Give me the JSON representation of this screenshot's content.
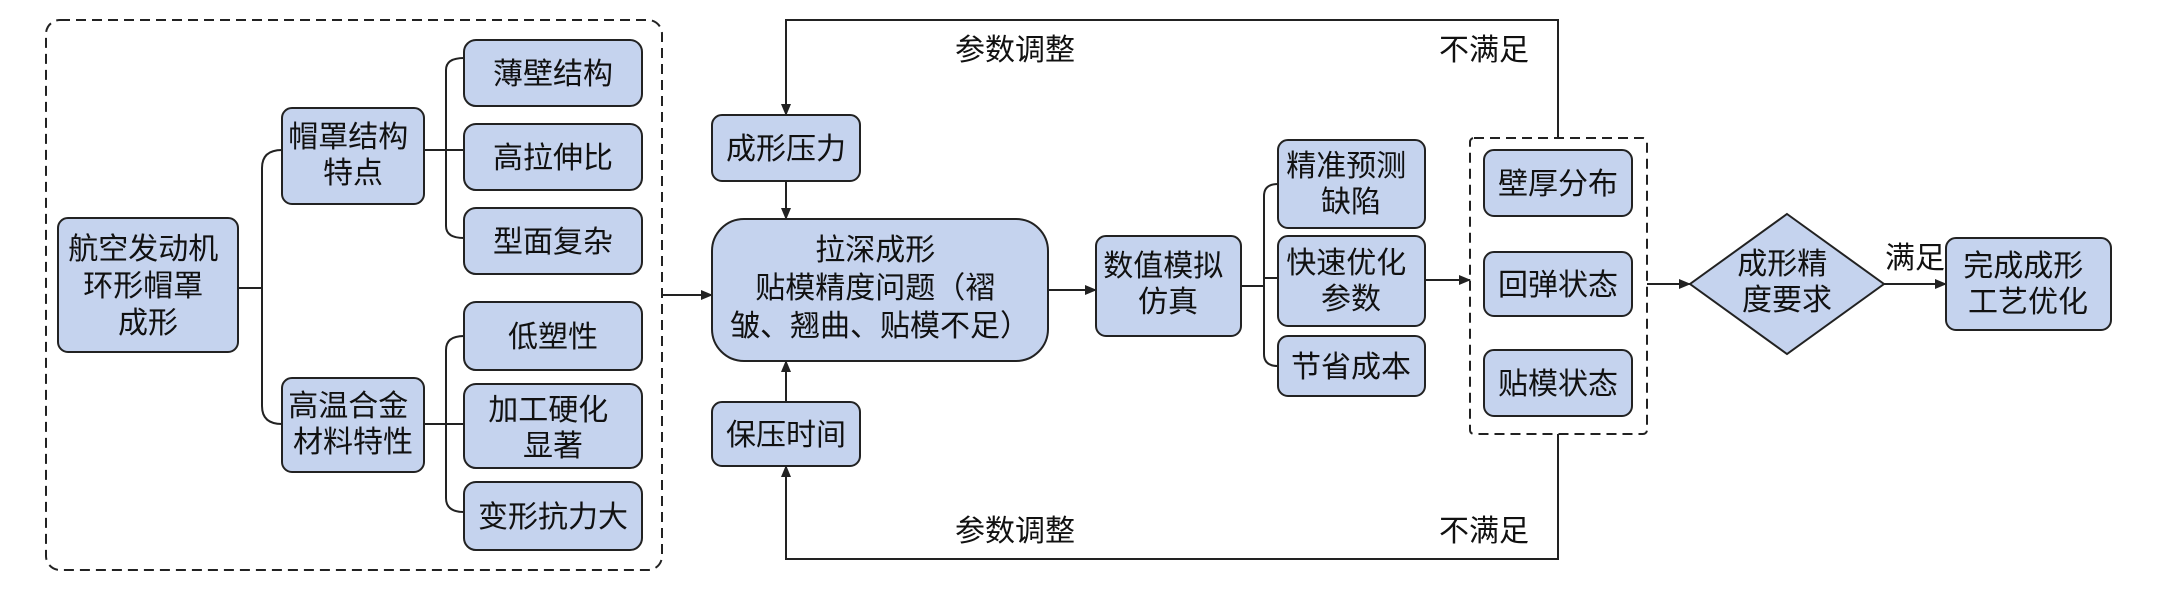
{
  "nodes": {
    "root": [
      "航空发动机",
      "环形帽罩",
      "成形"
    ],
    "struct": [
      "帽罩结构",
      "特点"
    ],
    "thin": [
      "薄壁结构"
    ],
    "ratio": [
      "高拉伸比"
    ],
    "complex": [
      "型面复杂"
    ],
    "material": [
      "高温合金",
      "材料特性"
    ],
    "plastic": [
      "低塑性"
    ],
    "harden": [
      "加工硬化",
      "显著"
    ],
    "resist": [
      "变形抗力大"
    ],
    "pressure": [
      "成形压力"
    ],
    "hold": [
      "保压时间"
    ],
    "deep": [
      "拉深成形",
      "贴模精度问题（褶",
      "皱、翘曲、贴模不足）"
    ],
    "sim": [
      "数值模拟",
      "仿真"
    ],
    "predict": [
      "精准预测",
      "缺陷"
    ],
    "optimize": [
      "快速优化",
      "参数"
    ],
    "cost": [
      "节省成本"
    ],
    "thickness": [
      "壁厚分布"
    ],
    "springback": [
      "回弹状态"
    ],
    "fit": [
      "贴模状态"
    ],
    "decision": [
      "成形精",
      "度要求"
    ],
    "done": [
      "完成成形",
      "工艺优化"
    ]
  },
  "labels": {
    "adjust_top": "参数调整",
    "unmet_top": "不满足",
    "adjust_bottom": "参数调整",
    "unmet_bottom": "不满足",
    "met": "满足"
  }
}
